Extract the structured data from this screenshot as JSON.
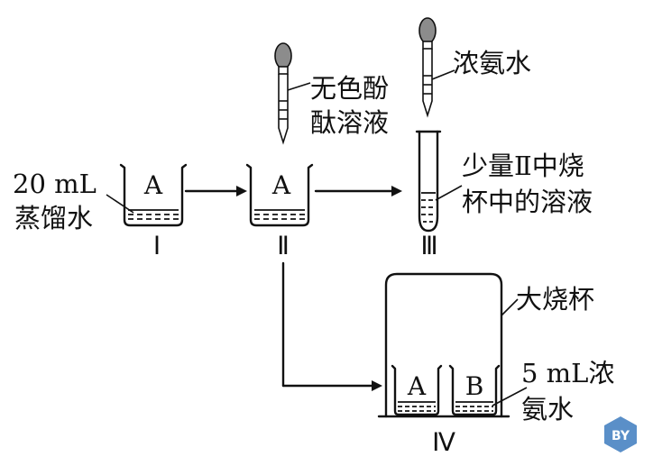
{
  "labels": {
    "water_volume": "20 mL",
    "water_name": "蒸馏水",
    "phenolphthalein_line1": "无色酚",
    "phenolphthalein_line2": "酞溶液",
    "conc_ammonia_top": "浓氨水",
    "tube_content_line1": "少量Ⅱ中烧",
    "tube_content_line2": "杯中的溶液",
    "big_beaker": "大烧杯",
    "ammonia_volume": "5 mL浓",
    "ammonia_line2": "氨水"
  },
  "beakers": {
    "I": "A",
    "II": "A",
    "IV_left": "A",
    "IV_right": "B"
  },
  "roman": {
    "step1": "Ⅰ",
    "step2": "Ⅱ",
    "step3": "Ⅲ",
    "step4": "Ⅳ"
  },
  "watermark": "BY"
}
